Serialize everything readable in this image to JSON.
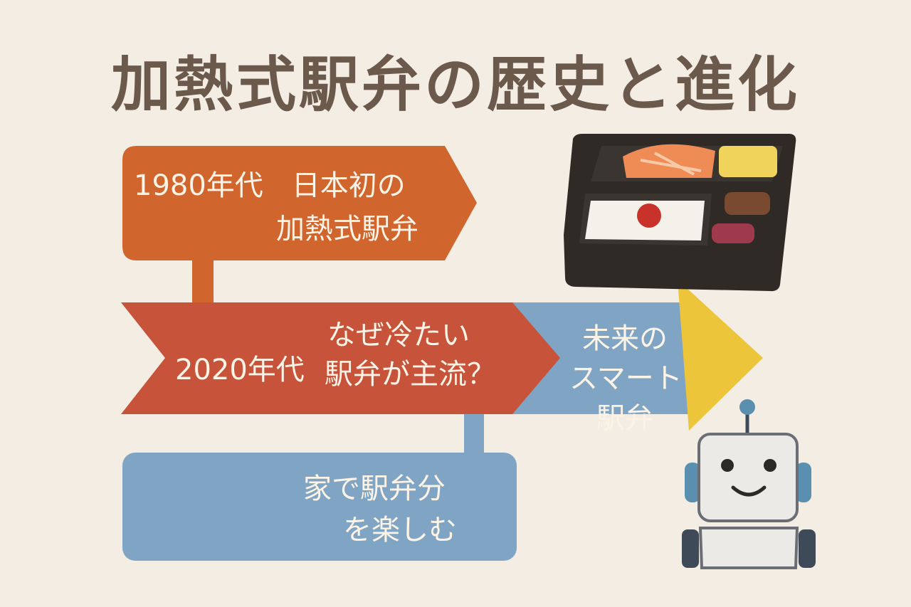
{
  "title": "加熱式駅弁の歴史と進化",
  "timeline": {
    "item_1980": {
      "line1": "1980年代　日本初の",
      "line2": "加熱式駅弁"
    },
    "item_2020": {
      "year": "2020年代",
      "line1": "なぜ冷たい",
      "line2": "駅弁が主流？"
    },
    "item_future": {
      "line1": "未来の",
      "line2": "スマート",
      "line3": "駅弁"
    },
    "item_home": {
      "line1": "家で駅弁分",
      "line2": "を楽しむ"
    }
  },
  "colors": {
    "background": "#f3ede3",
    "title": "#6b5a4c",
    "orange": "#d0652e",
    "red": "#c6533a",
    "blue": "#80a5c4",
    "yellow": "#edc53a"
  },
  "illustrations": [
    "bento-box-illustration",
    "robot-illustration"
  ]
}
